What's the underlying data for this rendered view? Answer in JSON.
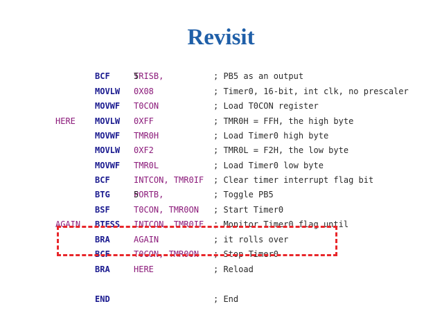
{
  "title": "Revisit",
  "lines": [
    {
      "label": "",
      "op": "BCF",
      "arg": "TRISB, ",
      "argnum": "5",
      "comment": "; PB5 as an output"
    },
    {
      "label": "",
      "op": "MOVLW",
      "arg": "0X08",
      "argnum": "",
      "comment": "; Timer0, 16-bit, int clk, no prescaler"
    },
    {
      "label": "",
      "op": "MOVWF",
      "arg": "T0CON",
      "argnum": "",
      "comment": "; Load T0CON register"
    },
    {
      "label": "HERE",
      "op": "MOVLW",
      "arg": "0XFF",
      "argnum": "",
      "comment": "; TMR0H = FFH, the high byte"
    },
    {
      "label": "",
      "op": "MOVWF",
      "arg": "TMR0H",
      "argnum": "",
      "comment": "; Load Timer0 high byte"
    },
    {
      "label": "",
      "op": "MOVLW",
      "arg": "0XF2",
      "argnum": "",
      "comment": "; TMR0L = F2H, the low byte"
    },
    {
      "label": "",
      "op": "MOVWF",
      "arg": "TMR0L",
      "argnum": "",
      "comment": "; Load Timer0 low byte"
    },
    {
      "label": "",
      "op": "BCF",
      "arg": "INTCON, TMR0IF",
      "argnum": "",
      "comment": "; Clear timer interrupt flag bit"
    },
    {
      "label": "",
      "op": "BTG",
      "arg": "PORTB, ",
      "argnum": "5",
      "comment": "; Toggle PB5"
    },
    {
      "label": "",
      "op": "BSF",
      "arg": "T0CON, TMR0ON",
      "argnum": "",
      "comment": "; Start Timer0"
    },
    {
      "label": "AGAIN",
      "op": "BTFSS",
      "arg": "INTCON, TMR0IF",
      "argnum": "",
      "comment": "; Monitor Timer0 flag until"
    },
    {
      "label": "",
      "op": "BRA",
      "arg": "AGAIN",
      "argnum": "",
      "comment": "; it rolls over"
    },
    {
      "label": "",
      "op": "BCF",
      "arg": "T0CON, TMR0ON",
      "argnum": "",
      "comment": "; Stop Timer0"
    },
    {
      "label": "",
      "op": "BRA",
      "arg": "HERE",
      "argnum": "",
      "comment": "; Reload"
    },
    {
      "label": "",
      "op": "",
      "arg": "",
      "argnum": "",
      "comment": ""
    },
    {
      "label": "",
      "op": "END",
      "arg": "",
      "argnum": "",
      "comment": "; End"
    }
  ],
  "highlight_color": "#e8262a"
}
